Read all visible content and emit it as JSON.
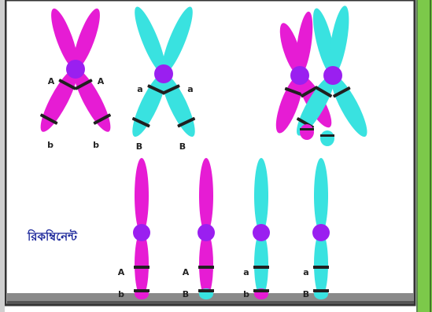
{
  "caption": "রিকম্বিনেন্ট",
  "colors": {
    "magenta": "#e61cd4",
    "cyan": "#39e2e0",
    "centromere": "#9a1ff0",
    "band": "#202020",
    "frame_green": "#6fbf3c",
    "frame_dark": "#3a3a3a"
  },
  "top_row": {
    "left_pair": {
      "upper_labels": [
        "A",
        "A"
      ],
      "lower_labels": [
        "b",
        "b"
      ]
    },
    "middle_pair": {
      "upper_labels": [
        "a",
        "a"
      ],
      "lower_labels": [
        "B",
        "B"
      ]
    }
  },
  "bottom_row": {
    "chromosomes": [
      {
        "upper_label": "A",
        "lower_label": "b"
      },
      {
        "upper_label": "A",
        "lower_label": "B"
      },
      {
        "upper_label": "a",
        "lower_label": "b"
      },
      {
        "upper_label": "a",
        "lower_label": "B"
      }
    ]
  }
}
